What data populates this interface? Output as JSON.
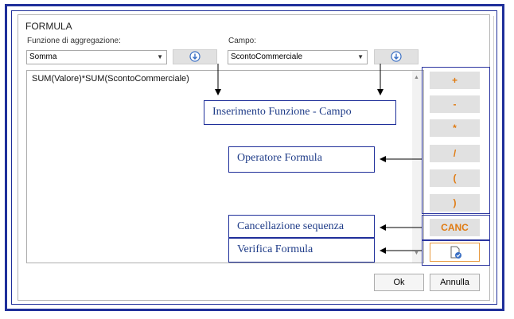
{
  "dialog": {
    "title": "FORMULA"
  },
  "aggregation": {
    "label": "Funzione di aggregazione:",
    "value": "Somma"
  },
  "field": {
    "label": "Campo:",
    "value": "ScontoCommerciale"
  },
  "editor": {
    "formula": "SUM(Valore)*SUM(ScontoCommerciale)"
  },
  "operators": [
    "+",
    "-",
    "*",
    "/",
    "(",
    ")"
  ],
  "cancel_sequence_label": "CANC",
  "footer": {
    "ok_label": "Ok",
    "cancel_label": "Annulla"
  },
  "callouts": {
    "insert": "Inserimento Funzione - Campo",
    "operator": "Operatore Formula",
    "clear": "Cancellazione sequenza",
    "verify": "Verifica Formula"
  },
  "colors": {
    "frame": "#1f2f9a",
    "operator_text": "#e07b12",
    "callout_text": "#1f3c88"
  },
  "icons": {
    "insert": "down-arrow-circle-icon",
    "verify": "verify-document-icon",
    "dropdown": "chevron-down-icon"
  }
}
